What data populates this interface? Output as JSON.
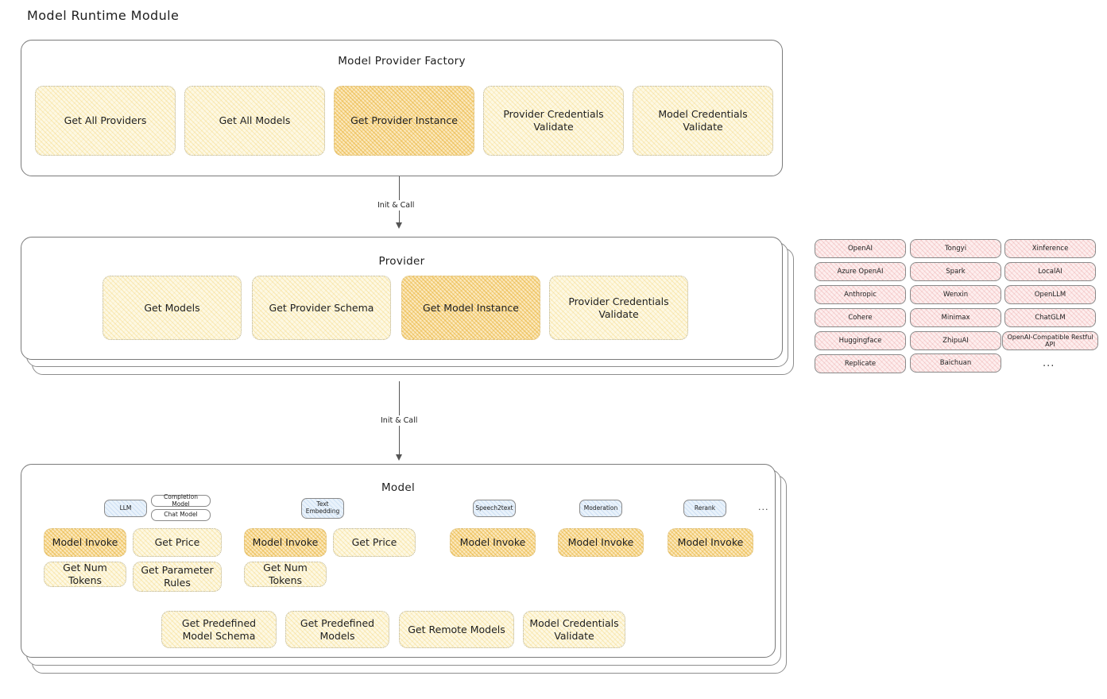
{
  "page": {
    "title": "Model Runtime Module"
  },
  "factory": {
    "title": "Model Provider Factory",
    "nodes": [
      {
        "label": "Get All Providers",
        "highlight": false
      },
      {
        "label": "Get All Models",
        "highlight": false
      },
      {
        "label": "Get Provider Instance",
        "highlight": true
      },
      {
        "label": "Provider Credentials Validate",
        "highlight": false
      },
      {
        "label": "Model Credentials Validate",
        "highlight": false
      }
    ]
  },
  "arrows": [
    {
      "label": "Init & Call"
    },
    {
      "label": "Init & Call"
    }
  ],
  "provider": {
    "title": "Provider",
    "nodes": [
      {
        "label": "Get Models",
        "highlight": false
      },
      {
        "label": "Get Provider Schema",
        "highlight": false
      },
      {
        "label": "Get Model Instance",
        "highlight": true
      },
      {
        "label": "Provider Credentials Validate",
        "highlight": false
      }
    ]
  },
  "provider_list": {
    "columns": [
      {
        "items": [
          "OpenAI",
          "Azure OpenAI",
          "Anthropic",
          "Cohere",
          "Huggingface",
          "Replicate"
        ]
      },
      {
        "items": [
          "Tongyi",
          "Spark",
          "Wenxin",
          "Minimax",
          "ZhipuAI",
          "Baichuan"
        ]
      },
      {
        "items": [
          "Xinference",
          "LocalAI",
          "OpenLLM",
          "ChatGLM",
          "OpenAI-Compatible Restful API"
        ]
      }
    ],
    "more": "..."
  },
  "model": {
    "title": "Model",
    "more": "...",
    "types": [
      {
        "label": "LLM",
        "subtags": [
          "Completion Model",
          "Chat Model"
        ]
      },
      {
        "label": "Text Embedding",
        "subtags": []
      },
      {
        "label": "Speech2text",
        "subtags": []
      },
      {
        "label": "Moderation",
        "subtags": []
      },
      {
        "label": "Rerank",
        "subtags": []
      }
    ],
    "nodes": [
      {
        "label": "Model Invoke",
        "highlight": true
      },
      {
        "label": "Get Price",
        "highlight": false
      },
      {
        "label": "Get Num Tokens",
        "highlight": false
      },
      {
        "label": "Get Parameter Rules",
        "highlight": false
      },
      {
        "label": "Model Invoke",
        "highlight": true
      },
      {
        "label": "Get Price",
        "highlight": false
      },
      {
        "label": "Get Num Tokens",
        "highlight": false
      },
      {
        "label": "Model Invoke",
        "highlight": true
      },
      {
        "label": "Model Invoke",
        "highlight": true
      },
      {
        "label": "Model Invoke",
        "highlight": true
      }
    ],
    "common_nodes": [
      {
        "label": "Get Predefined Model Schema",
        "highlight": false
      },
      {
        "label": "Get Predefined Models",
        "highlight": false
      },
      {
        "label": "Get Remote Models",
        "highlight": false
      },
      {
        "label": "Model Credentials Validate",
        "highlight": false
      }
    ]
  },
  "colors": {
    "node_fill": "#fdf8e3",
    "node_fill_highlight": "#fbe8bd",
    "chip_fill": "#fdeeee",
    "tag_fill": "#e9f2fb",
    "stroke": "#7a7a7a",
    "text": "#1e1e1e"
  }
}
